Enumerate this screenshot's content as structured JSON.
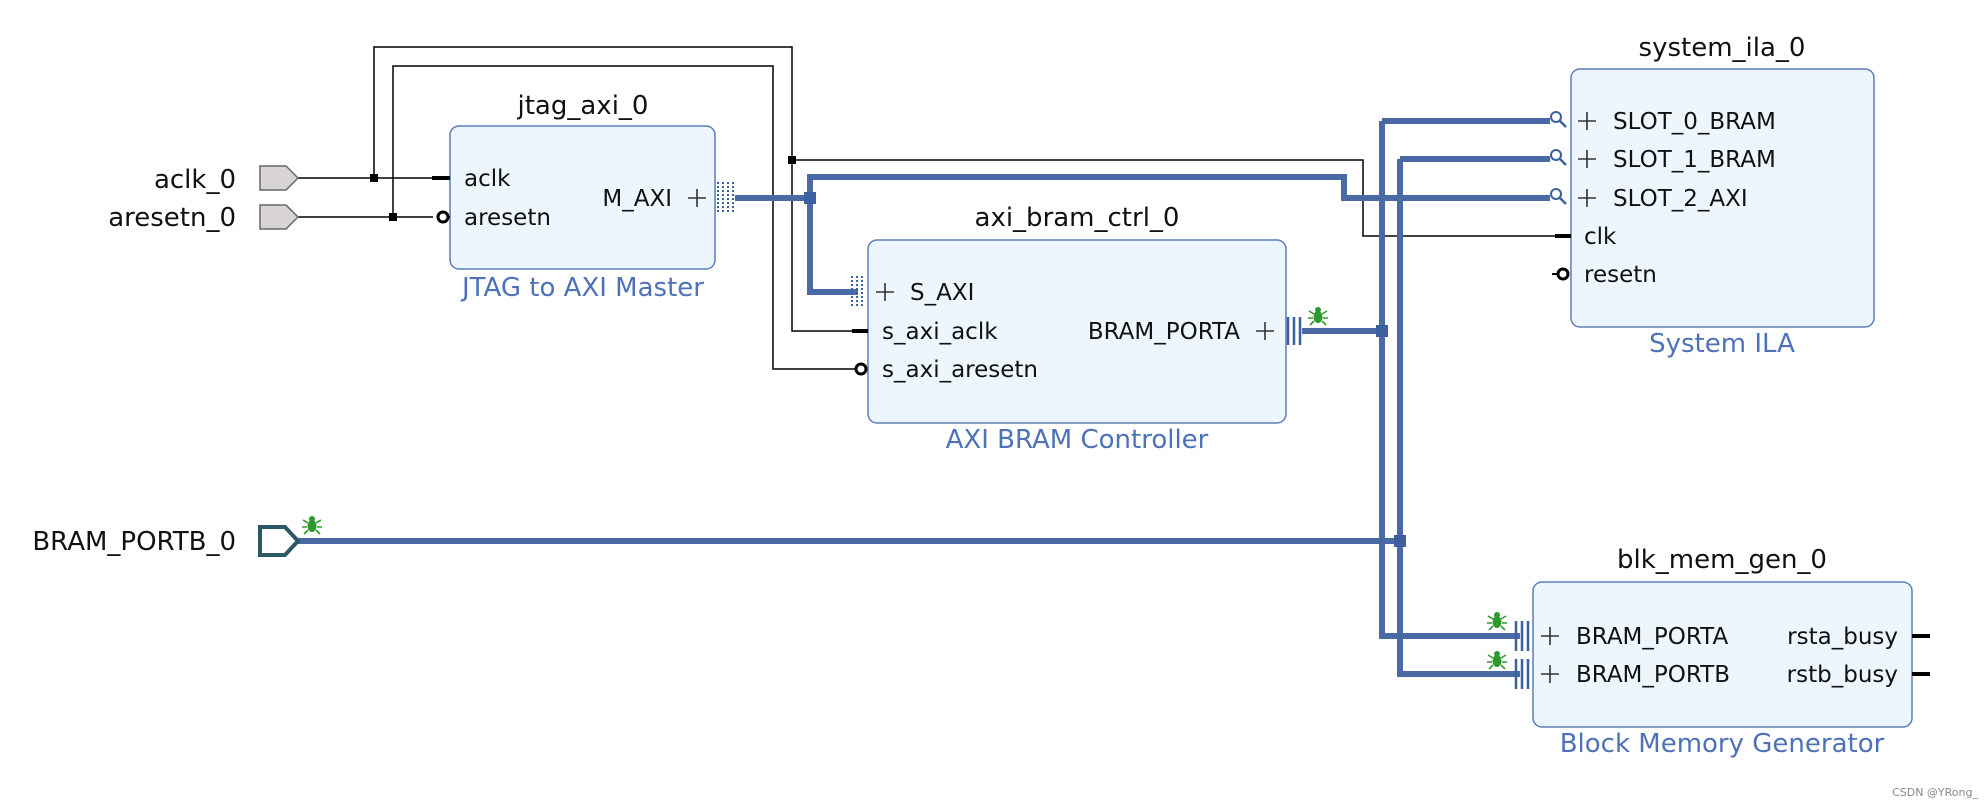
{
  "external_ports": {
    "aclk": "aclk_0",
    "aresetn": "aresetn_0",
    "bram_portb": "BRAM_PORTB_0"
  },
  "blocks": {
    "jtag_axi": {
      "title": "jtag_axi_0",
      "subtitle": "JTAG to AXI Master",
      "pins": {
        "aclk": "aclk",
        "aresetn": "aresetn",
        "m_axi": "M_AXI"
      }
    },
    "axi_bram_ctrl": {
      "title": "axi_bram_ctrl_0",
      "subtitle": "AXI BRAM Controller",
      "pins": {
        "s_axi": "S_AXI",
        "s_axi_aclk": "s_axi_aclk",
        "s_axi_aresetn": "s_axi_aresetn",
        "bram_porta": "BRAM_PORTA"
      }
    },
    "system_ila": {
      "title": "system_ila_0",
      "subtitle": "System ILA",
      "pins": {
        "slot0": "SLOT_0_BRAM",
        "slot1": "SLOT_1_BRAM",
        "slot2": "SLOT_2_AXI",
        "clk": "clk",
        "resetn": "resetn"
      }
    },
    "blk_mem_gen": {
      "title": "blk_mem_gen_0",
      "subtitle": "Block Memory Generator",
      "pins": {
        "bram_porta": "BRAM_PORTA",
        "bram_portb": "BRAM_PORTB",
        "rsta_busy": "rsta_busy",
        "rstb_busy": "rstb_busy"
      }
    }
  },
  "watermark": "CSDN @YRong_",
  "colors": {
    "block_fill": "#eef6fd",
    "block_stroke": "#5b7fba",
    "bus": "#4a6aa5",
    "subtitle": "#4d72b8",
    "debug_marker": "#2e9a2e",
    "port_fill": "#d9d4d4"
  }
}
